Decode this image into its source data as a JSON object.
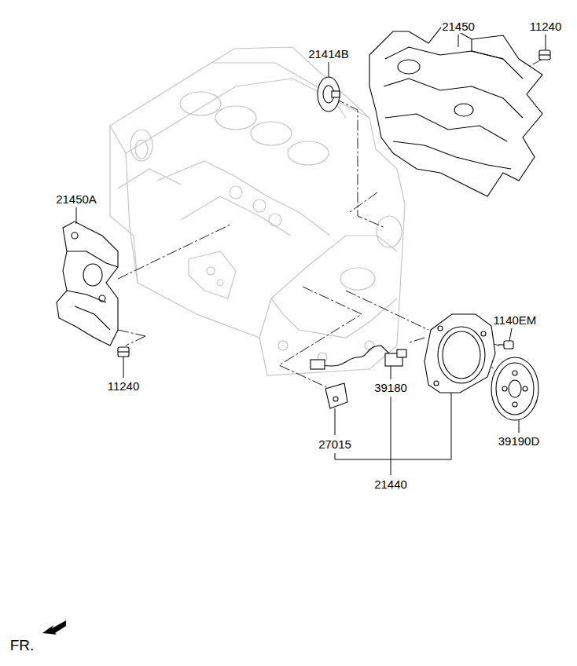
{
  "diagram": {
    "labels": [
      "21414B",
      "21450",
      "11240",
      "21450A",
      "1140EM",
      "39180",
      "11240",
      "39190D",
      "27015",
      "21440",
      "FR."
    ]
  }
}
